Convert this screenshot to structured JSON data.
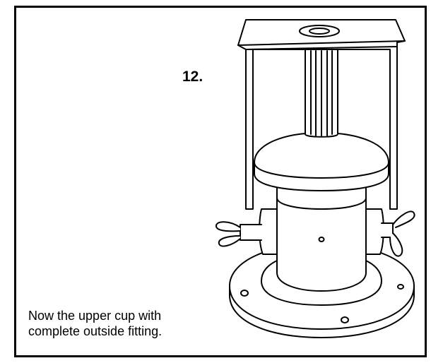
{
  "step_number": "12.",
  "caption": {
    "line1": "Now the upper cup with",
    "line2": "complete outside fitting."
  },
  "colors": {
    "stroke": "#000000",
    "background": "#ffffff"
  }
}
